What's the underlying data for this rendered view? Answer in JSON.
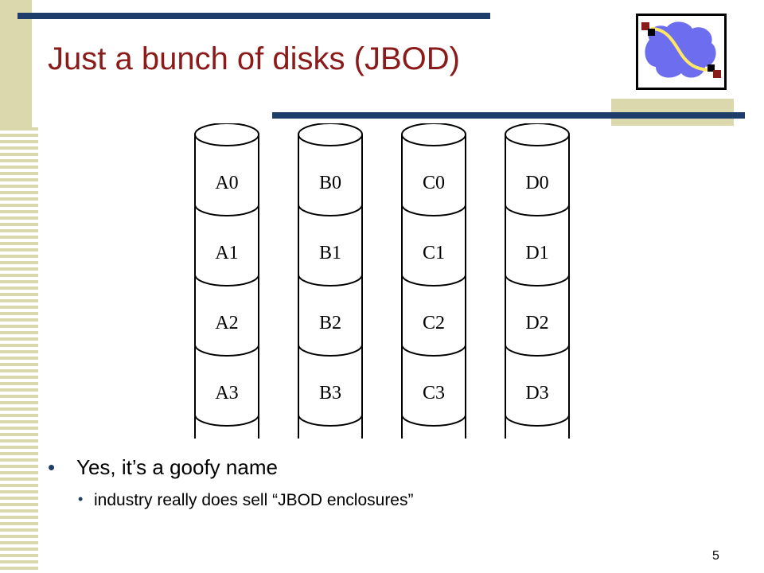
{
  "slide": {
    "title": "Just a bunch of disks (JBOD)",
    "page_number": "5",
    "bullets": [
      {
        "level": 1,
        "text": "Yes, it’s a goofy name"
      },
      {
        "level": 2,
        "text": "industry really does sell “JBOD enclosures”"
      }
    ]
  },
  "diagram": {
    "disks": [
      {
        "blocks": [
          "A0",
          "A1",
          "A2",
          "A3"
        ]
      },
      {
        "blocks": [
          "B0",
          "B1",
          "B2",
          "B3"
        ]
      },
      {
        "blocks": [
          "C0",
          "C1",
          "C2",
          "C3"
        ]
      },
      {
        "blocks": [
          "D0",
          "D1",
          "D2",
          "D3"
        ]
      }
    ]
  },
  "theme": {
    "title_color": "#8b1a1a",
    "bar_color": "#1f3d6b",
    "accent_tan": "#dcd8ad"
  }
}
